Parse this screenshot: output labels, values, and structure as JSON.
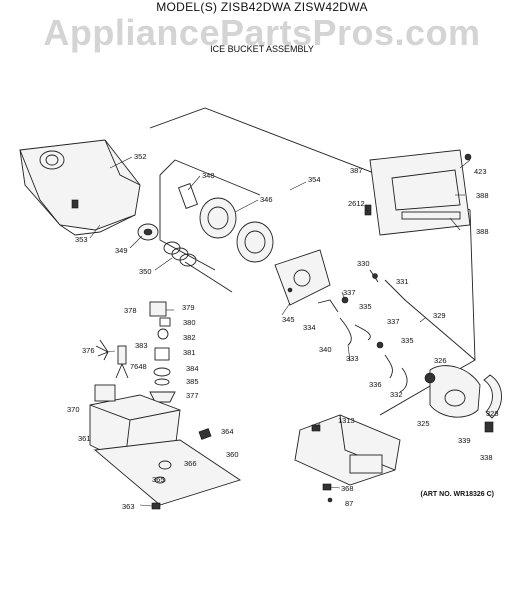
{
  "header": {
    "model_line": "MODEL(S) ZISB42DWA  ZISW42DWA",
    "watermark": "AppliancePartsPros.com",
    "assembly_title": "ICE BUCKET ASSEMBLY"
  },
  "art_number": "(ART NO. WR18326 C)",
  "callouts": {
    "p352": "352",
    "p353": "353",
    "p348": "348",
    "p346": "346",
    "p349": "349",
    "p350": "350",
    "p354": "354",
    "p387": "387",
    "p423": "423",
    "p388a": "388",
    "p2612": "2612",
    "p388b": "388",
    "p330": "330",
    "p331": "331",
    "p329": "329",
    "p345": "345",
    "p337a": "337",
    "p334": "334",
    "p335a": "335",
    "p340": "340",
    "p333": "333",
    "p337b": "337",
    "p335b": "335",
    "p336": "336",
    "p326": "326",
    "p332": "332",
    "p325": "325",
    "p328": "328",
    "p339": "339",
    "p338": "338",
    "p378": "378",
    "p379": "379",
    "p380": "380",
    "p382": "382",
    "p376": "376",
    "p383": "383",
    "p381": "381",
    "p7648": "7648",
    "p384": "384",
    "p385": "385",
    "p377": "377",
    "p370": "370",
    "p361": "361",
    "p364": "364",
    "p360": "360",
    "p366": "366",
    "p365": "365",
    "p363": "363",
    "p1313": "1313",
    "p368": "368",
    "p87": "87"
  }
}
